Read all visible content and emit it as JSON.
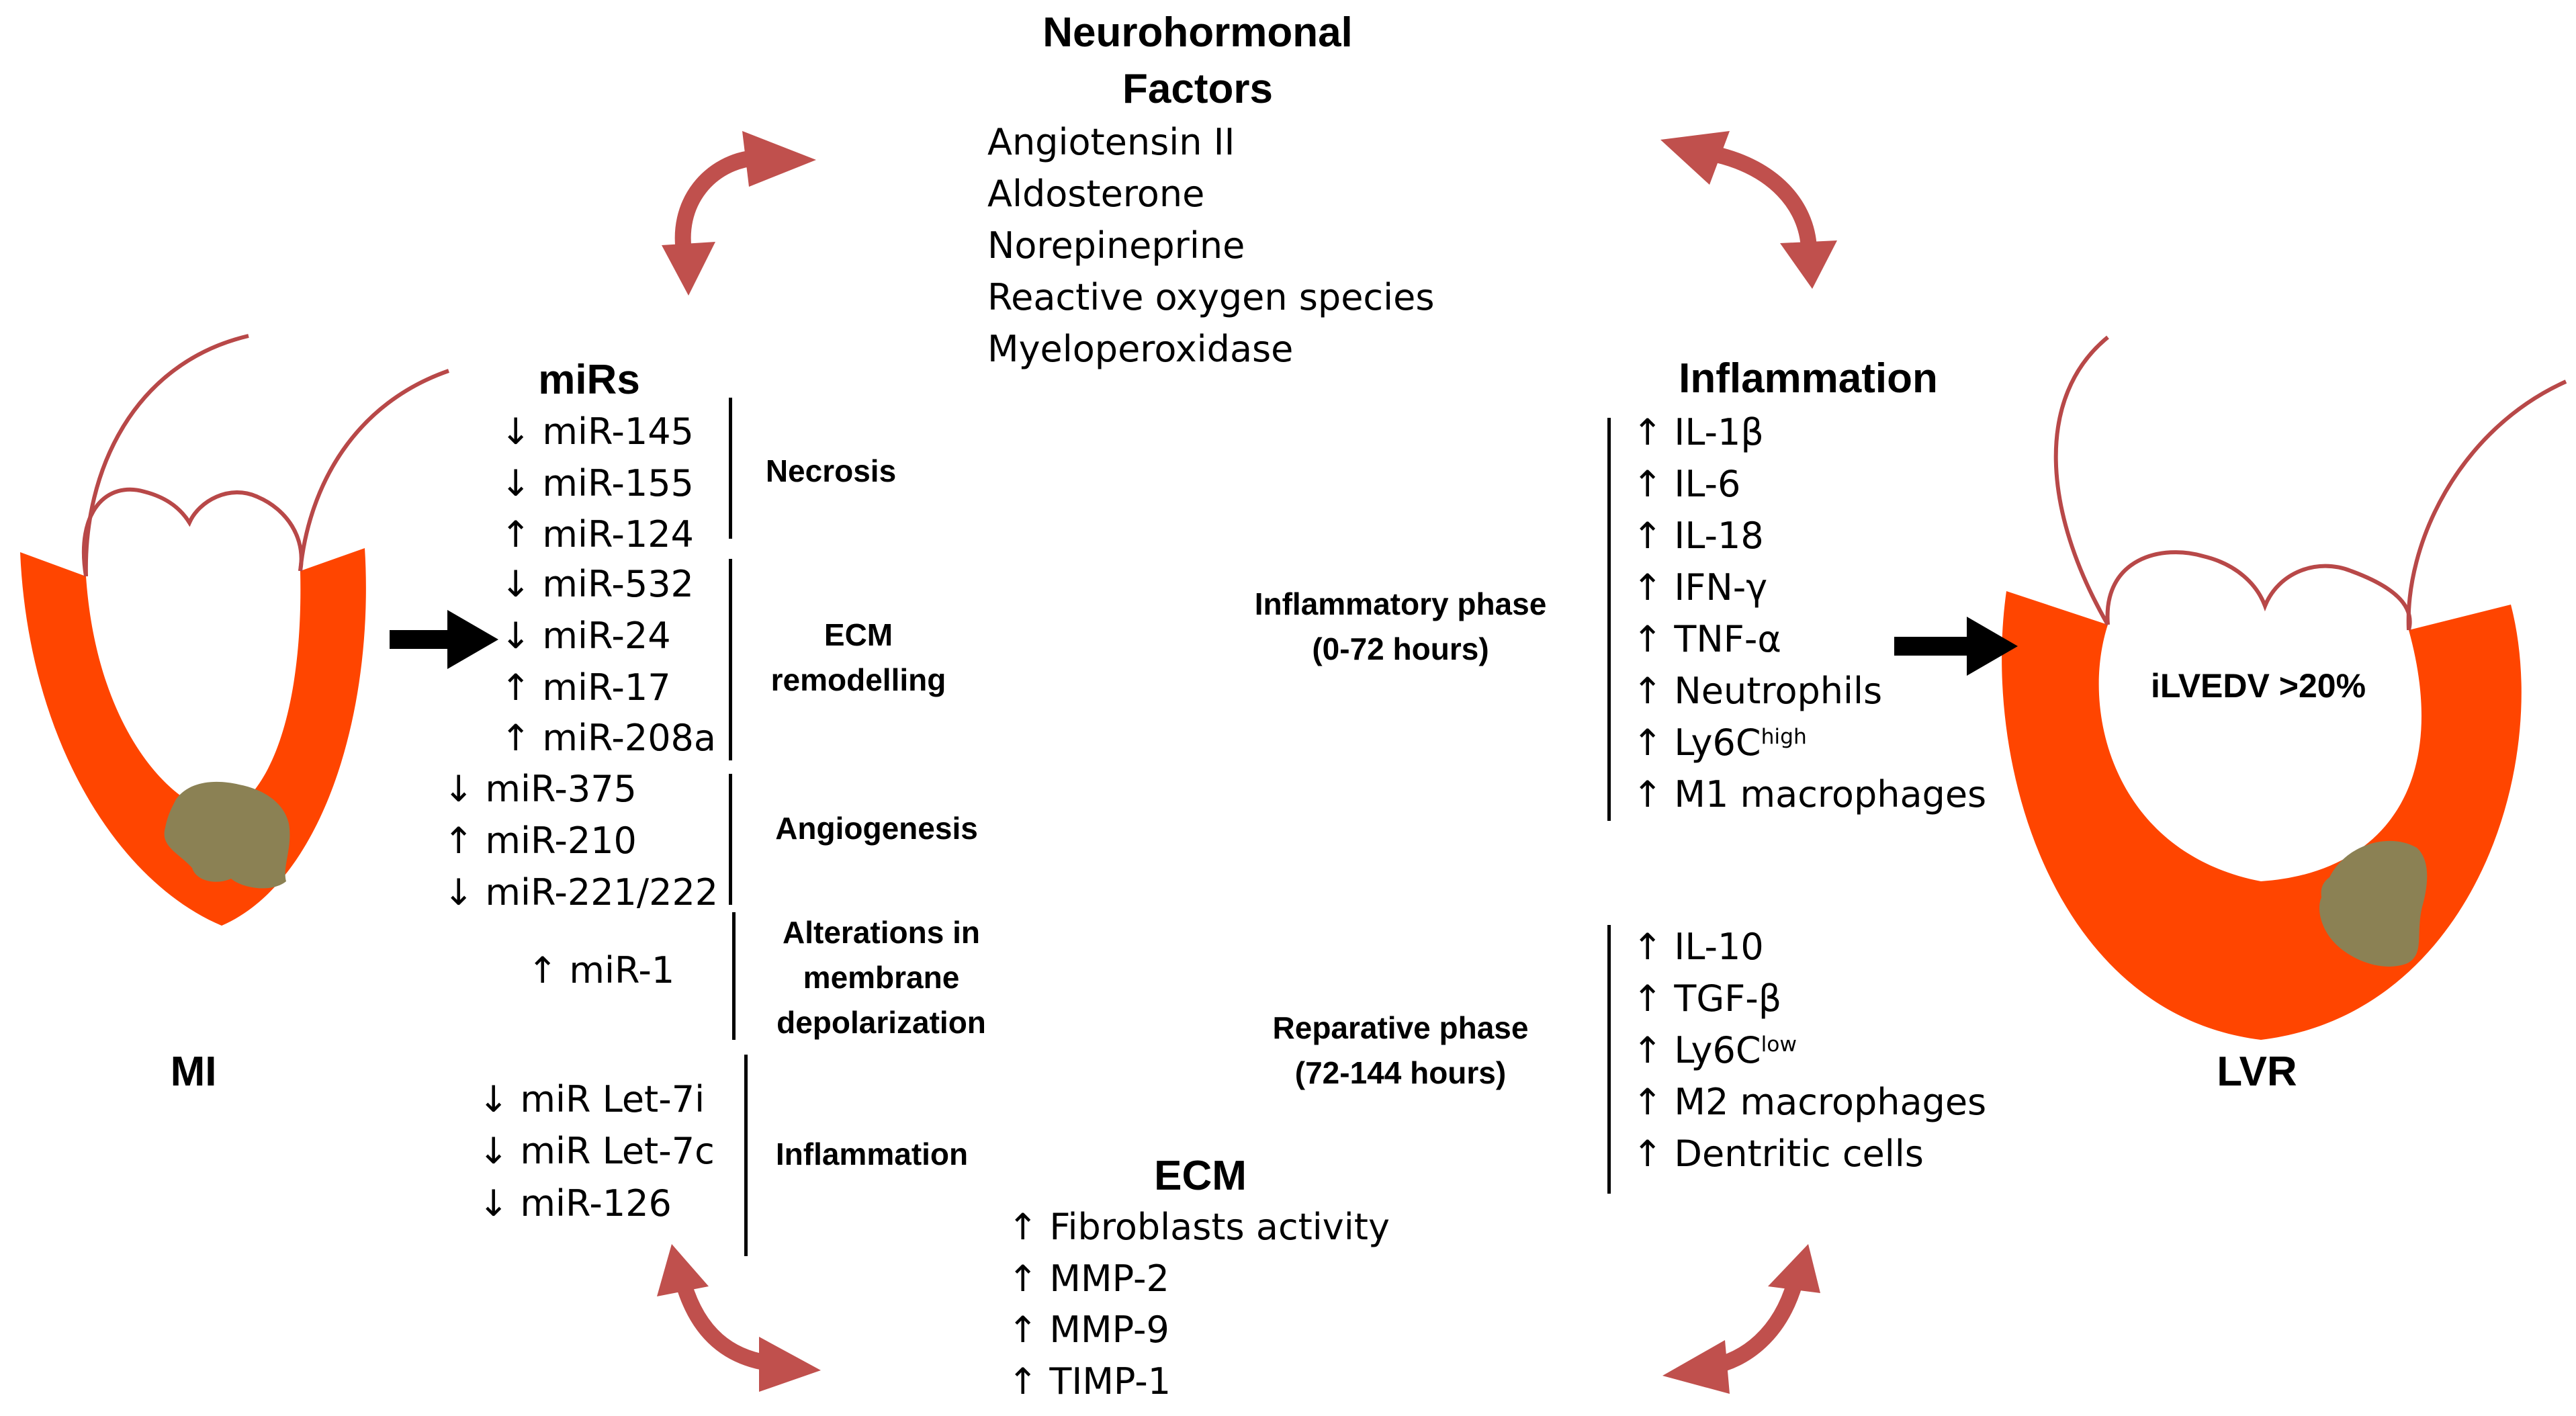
{
  "colors": {
    "heart_wall": "#ff4500",
    "heart_outline": "#b84848",
    "infarct": "#8b8154",
    "arrow_red": "#c0504d",
    "arrow_black": "#000000"
  },
  "neurohormonal": {
    "title_line1": "Neurohormonal",
    "title_line2": "Factors",
    "items": [
      "Angiotensin II",
      "Aldosterone",
      "Norepineprine",
      "Reactive oxygen species",
      "Myeloperoxidase"
    ]
  },
  "mirs": {
    "title": "miRs",
    "items": [
      "↓ miR-145",
      "↓ miR-155",
      "↑ miR-124",
      "↓ miR-532",
      "↓ miR-24",
      "↑ miR-17",
      "↑ miR-208a",
      "↓ miR-375",
      "↑ miR-210",
      "↓ miR-221/222",
      "↑ miR-1",
      "↓ miR Let-7i",
      "↓ miR Let-7c",
      "↓ miR-126"
    ],
    "groups": {
      "necrosis": "Necrosis",
      "ecm_line1": "ECM",
      "ecm_line2": "remodelling",
      "angiogenesis": "Angiogenesis",
      "membrane_line1": "Alterations in",
      "membrane_line2": "membrane",
      "membrane_line3": "depolarization",
      "inflammation": "Inflammation"
    }
  },
  "inflammation": {
    "title": "Inflammation",
    "inflammatory_phase": [
      "↑ IL-1β",
      "↑ IL-6",
      "↑ IL-18",
      "↑ IFN-γ",
      "↑ TNF-α",
      "↑ Neutrophils",
      "↑ Ly6C",
      "↑ M1 macrophages"
    ],
    "ly6c_high_sup": "high",
    "inflammatory_label_line1": "Inflammatory phase",
    "inflammatory_label_line2": "(0-72 hours)",
    "reparative_phase": [
      "↑ IL-10",
      "↑ TGF-β",
      "↑ Ly6C",
      "↑ M2 macrophages",
      "↑ Dentritic cells"
    ],
    "ly6c_low_sup": "low",
    "reparative_label_line1": "Reparative phase",
    "reparative_label_line2": "(72-144 hours)"
  },
  "ecm": {
    "title": "ECM",
    "items": [
      "↑ Fibroblasts activity",
      "↑ MMP-2",
      "↑ MMP-9",
      "↑ TIMP-1"
    ]
  },
  "hearts": {
    "left_label": "MI",
    "right_label": "LVR",
    "right_inner": "iLVEDV >20%"
  }
}
